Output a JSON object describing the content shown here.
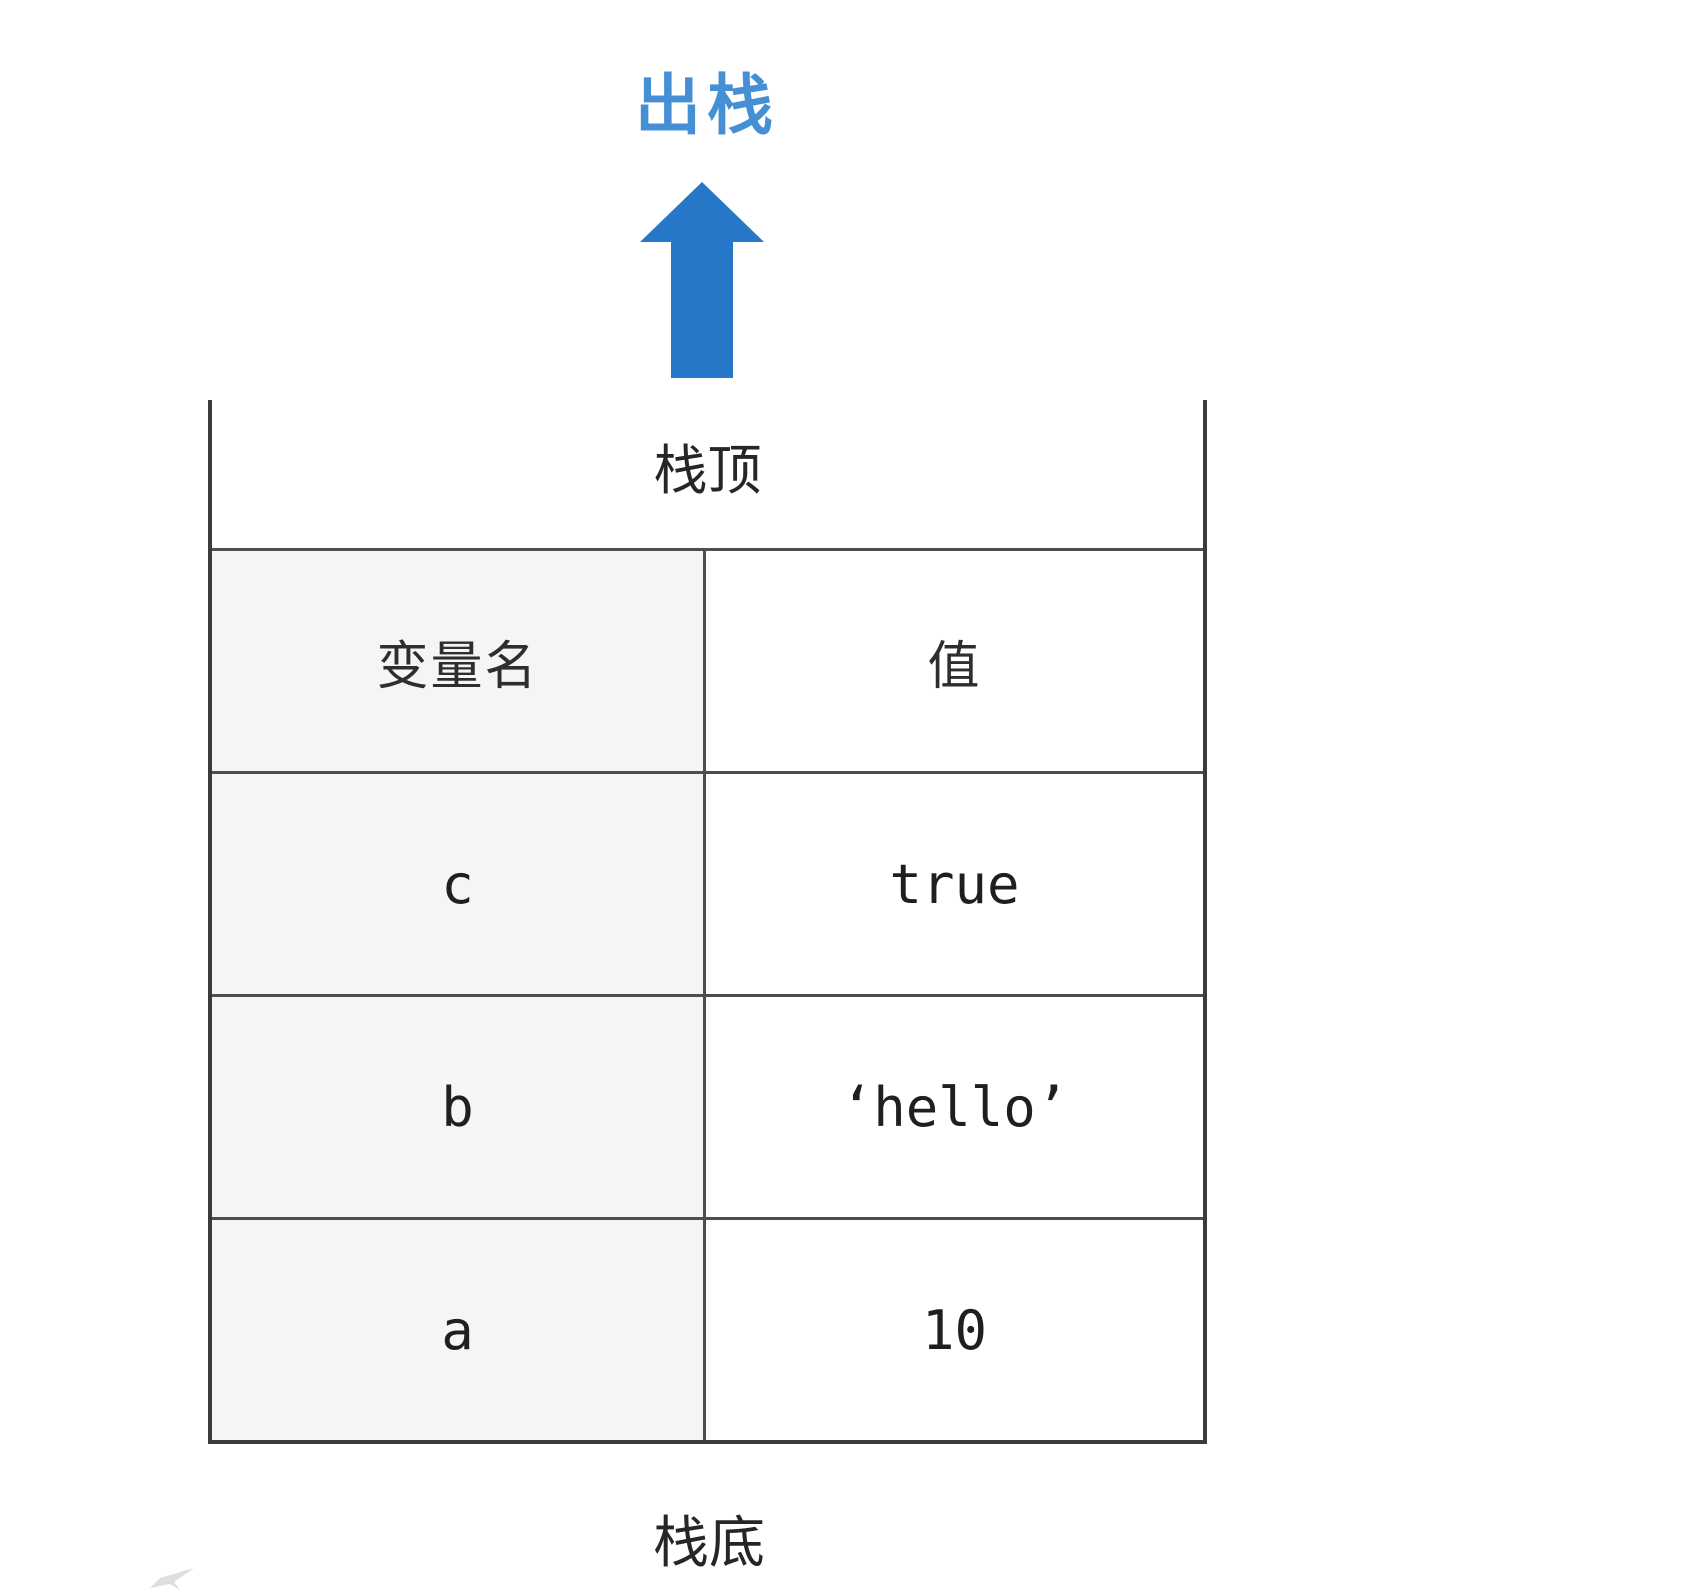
{
  "diagram": {
    "pop_label": "出栈",
    "stack_top_label": "栈顶",
    "stack_bottom_label": "栈底",
    "arrow_icon": "up-arrow",
    "colors": {
      "arrow_blue": "#2677c8",
      "pop_label_blue": "#4590d4",
      "wall_border": "#3b3b3b",
      "grid_border": "#4e4e4e",
      "name_column_bg": "#f5f5f6",
      "value_column_bg": "#ffffff",
      "text": "#242424",
      "artifact_gray": "#d9d9d9"
    }
  },
  "table": {
    "columns": [
      "变量名",
      "值"
    ],
    "rows": [
      {
        "name": "c",
        "value": "true"
      },
      {
        "name": "b",
        "value": "‘hello’"
      },
      {
        "name": "a",
        "value": "10"
      }
    ]
  }
}
